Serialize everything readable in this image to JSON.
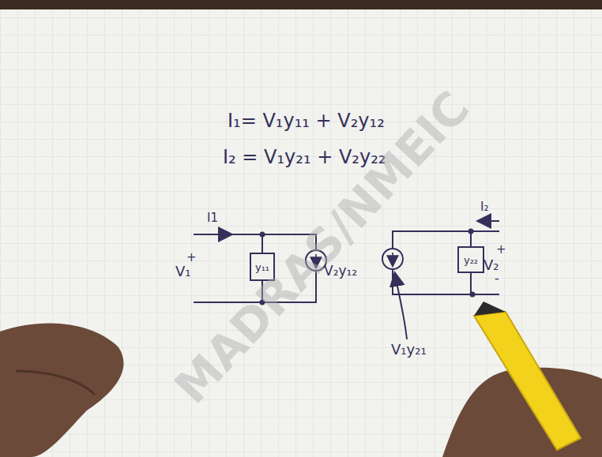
{
  "diagram": {
    "nodes": [
      {
        "text": [
          "y₁₁"
        ]
      },
      {
        "text": [
          "y₂₂"
        ]
      }
    ],
    "labels": [
      "I₁= V₁y₁₁ + V₂y₁₂",
      "I₂ = V₁y₂₁ + V₂y₂₂",
      "I1",
      "V₁",
      "+",
      "V₂y₁₂",
      "I₂",
      "V₂",
      "+",
      "-",
      "V₁y₂₁",
      "MADRAS/NMEIC"
    ]
  }
}
